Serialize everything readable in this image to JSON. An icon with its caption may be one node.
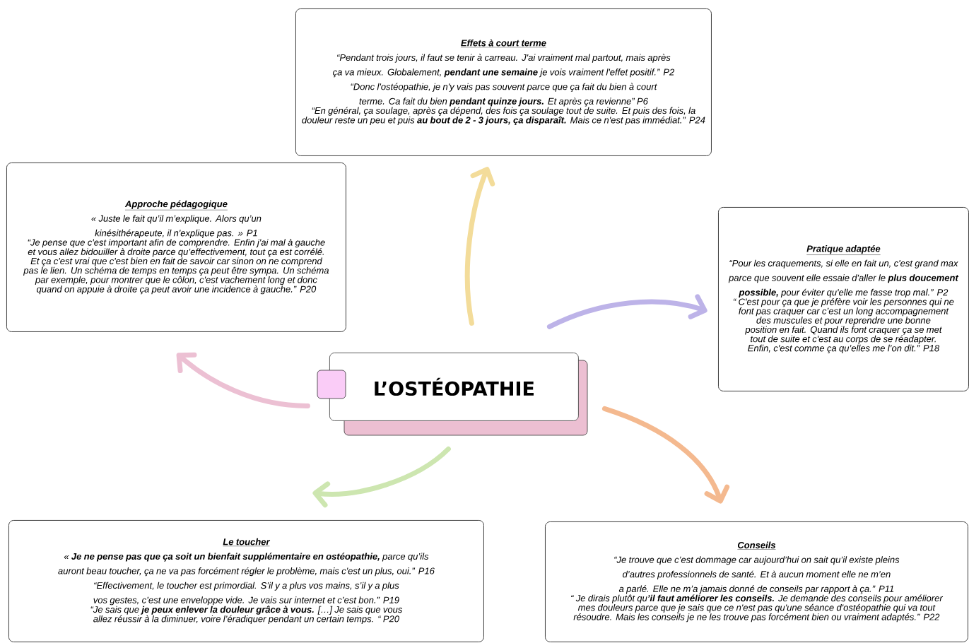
{
  "diagram": {
    "nodes": [
      {
        "text": [
          "L’OSTÉOPATHIE"
        ]
      },
      {
        "text": [
          "Effets à court terme",
          "“Pendant trois jours, il faut se tenir à carreau. J'ai vraiment mal partout, mais après ça va mieux. Globalement, **pendant une semaine** je vois vraiment l'effet positif.” P2",
          "“Donc l'ostéopathie, je n'y vais pas souvent parce que ça fait du bien à court terme. Ca fait du bien **pendant quinze jours.** Et après ça revienne” P6",
          "“En général, ça soulage, après ça dépend, des fois ça soulage tout de suite. Et puis des fois, la douleur reste un peu et puis **au bout de 2 - 3 jours, ça disparaît.** Mais ce n'est pas immédiat.” P24"
        ]
      },
      {
        "text": [
          "Approche pédagogique",
          "« Juste le fait qu’il m’explique. Alors qu’un kinésithérapeute, il n'explique pas. » P1",
          "“Je pense que c'est important afin de comprendre. Enfin j'ai mal à gauche et vous allez bidouiller à droite parce qu’effectivement, tout ça est corrélé. Et ça c'est vrai que c'est bien en fait de savoir car sinon on ne comprend pas le lien. Un schéma de temps en temps ça peut être sympa. Un schéma par exemple, pour montrer que le côlon, c'est vachement long et donc quand on appuie à droite ça peut avoir une incidence à gauche.” P20"
        ]
      },
      {
        "text": [
          "Pratique adaptée",
          "“Pour les craquements, si elle en fait un, c'est grand max parce que souvent elle essaie d'aller le **plus doucement possible,** pour éviter qu'elle me fasse trop mal.” P2",
          "“ C'est pour ça que je préfère voir les personnes qui ne font pas craquer car c’est un long accompagnement des muscules et pour reprendre une bonne position en fait. Quand ils font craquer ça se met tout de suite et c'est au corps de se réadapter. Enfin, c'est comme ça qu’elles me l’on dit.” P18"
        ]
      },
      {
        "text": [
          "Le toucher",
          "« **Je ne pense pas que ça soit un bienfait supplémentaire en ostéopathie,** parce qu’ils auront beau toucher, ça ne va pas forcément régler le problème, mais c'est un plus, oui.” P16",
          "“Effectivement, le toucher est primordial. S’il y a plus vos mains, s’il y a plus vos gestes, c’est une enveloppe vide. Je vais sur internet et c’est bon.” P19",
          "“Je sais que **je peux enlever la douleur grâce à vous.** […] Je sais que vous allez réussir à la diminuer, voire l’éradiquer pendant un certain temps. “ P20"
        ]
      },
      {
        "text": [
          "Conseils",
          "“Je trouve que c’est dommage car aujourd’hui on sait qu’il existe pleins d’autres professionnels de santé. Et à aucun moment elle ne m’en a parlé. Elle ne m’a jamais donné de conseils par rapport à ça.” P11",
          "“ Je dirais plutôt qu**’il faut améliorer les conseils.** Je demande des conseils pour améliorer mes douleurs parce que je sais que ce n'est pas qu'une séance d'ostéopathie qui va tout résoudre. Mais les conseils je ne les trouve pas forcément bien ou vraiment adaptés.” P22"
        ]
      }
    ],
    "edges": [
      {
        "from": 0,
        "to": 1,
        "arrow": "to",
        "color": "#f3dc9a"
      },
      {
        "from": 0,
        "to": 3,
        "arrow": "to",
        "color": "#bdb3e8"
      },
      {
        "from": 0,
        "to": 2,
        "arrow": "to",
        "color": "#ecc0d3"
      },
      {
        "from": 0,
        "to": 4,
        "arrow": "to",
        "color": "#cde6b0"
      },
      {
        "from": 0,
        "to": 5,
        "arrow": "to",
        "color": "#f4b98f"
      }
    ]
  }
}
